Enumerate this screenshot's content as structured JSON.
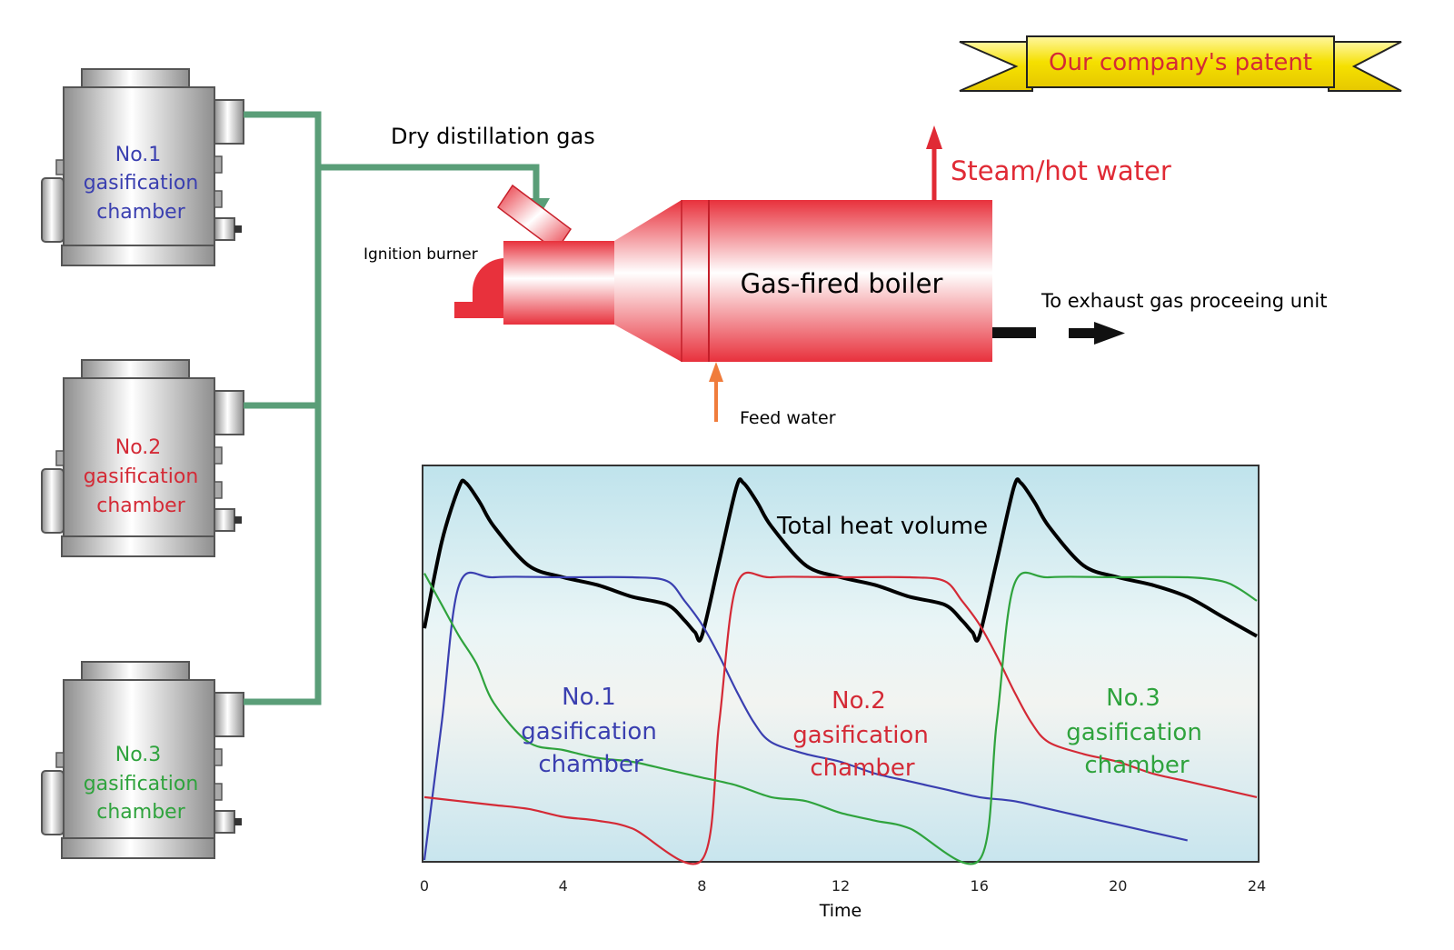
{
  "banner": {
    "text": "Our company's patent"
  },
  "chambers": [
    {
      "line1": "No.1",
      "line2": "gasification",
      "line3": "chamber",
      "color": "#3a3fb0"
    },
    {
      "line1": "No.2",
      "line2": "gasification",
      "line3": "chamber",
      "color": "#d42a36"
    },
    {
      "line1": "No.3",
      "line2": "gasification",
      "line3": "chamber",
      "color": "#2fa33d"
    }
  ],
  "labels": {
    "dry_gas": "Dry distillation gas",
    "ignition": "Ignition burner",
    "boiler": "Gas-fired boiler",
    "steam": "Steam/hot water",
    "exhaust": "To exhaust gas proceeing unit",
    "feed": "Feed water"
  },
  "colors": {
    "pipe": "#5a9e78",
    "boiler_red": "#e8313c",
    "steam_arrow": "#e02a35",
    "feed_arrow": "#f07c3c",
    "banner_yellow": "#f5e000",
    "banner_text": "#d42a36",
    "chart_bg": "#d3edf2"
  },
  "chart_data": {
    "type": "line",
    "xlabel": "Time",
    "xlim": [
      0,
      24
    ],
    "ylim": [
      0,
      100
    ],
    "xticks": [
      "0",
      "4",
      "8",
      "12",
      "16",
      "20",
      "24"
    ],
    "annotation": "Total heat volume",
    "series": [
      {
        "key": "total",
        "color": "#000000",
        "x": [
          0,
          0.5,
          1,
          1.2,
          1.6,
          2,
          3,
          4,
          5,
          6,
          7,
          7.5,
          7.8,
          8,
          8.5,
          9,
          9.2,
          9.6,
          10,
          11,
          12,
          13,
          14,
          15,
          15.5,
          15.8,
          16,
          16.5,
          17,
          17.2,
          17.6,
          18,
          19,
          20,
          21,
          22,
          23,
          24
        ],
        "y": [
          59,
          81,
          95,
          96,
          91,
          85,
          75,
          72,
          70,
          67,
          65,
          61,
          58,
          57,
          76,
          95,
          96,
          91,
          85,
          75,
          72,
          70,
          67,
          65,
          61,
          58,
          57,
          76,
          95,
          96,
          91,
          85,
          75,
          72,
          70,
          67,
          62,
          57
        ]
      },
      {
        "key": "no1",
        "name": "No.1 gasification chamber",
        "color": "#3a3fb0",
        "x": [
          0,
          0.5,
          1,
          2,
          4,
          6,
          7,
          7.5,
          8,
          8.5,
          9,
          9.5,
          10,
          11,
          12,
          13,
          14,
          15,
          16,
          17,
          18,
          19,
          20,
          21,
          22
        ],
        "y": [
          0,
          35,
          70,
          72,
          72,
          72,
          71,
          66,
          60,
          52,
          43,
          35,
          30,
          27,
          25,
          22,
          20,
          18,
          16,
          15,
          13,
          11,
          9,
          7,
          5
        ]
      },
      {
        "key": "no2",
        "name": "No.2 gasification chamber",
        "color": "#d42a36",
        "x": [
          0,
          1,
          2,
          3,
          4,
          5,
          6,
          8,
          8.5,
          9,
          10,
          12,
          14,
          15,
          15.5,
          16,
          16.5,
          17,
          17.5,
          18,
          19,
          20,
          21,
          22,
          23,
          24
        ],
        "y": [
          16,
          15,
          14,
          13,
          11,
          10,
          8,
          0,
          35,
          70,
          72,
          72,
          72,
          71,
          66,
          60,
          52,
          43,
          35,
          30,
          27,
          25,
          22,
          20,
          18,
          16
        ]
      },
      {
        "key": "no3",
        "name": "No.3 gasification chamber",
        "color": "#2fa33d",
        "x": [
          0,
          0.5,
          1,
          1.5,
          2,
          3,
          4,
          5,
          6,
          7,
          8,
          9,
          10,
          11,
          12,
          13,
          14,
          16,
          16.5,
          17,
          18,
          20,
          22,
          23,
          23.5,
          24
        ],
        "y": [
          73,
          65,
          57,
          50,
          40,
          30,
          28,
          26,
          25,
          23,
          21,
          19,
          16,
          15,
          12,
          10,
          8,
          0,
          35,
          70,
          72,
          72,
          72,
          71,
          69,
          66
        ]
      }
    ]
  }
}
